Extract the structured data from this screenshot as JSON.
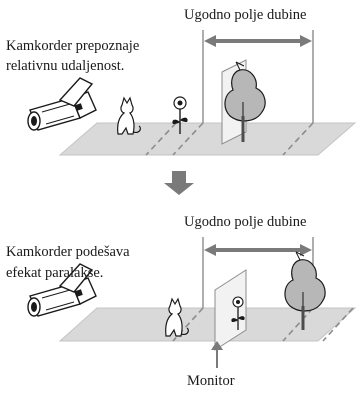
{
  "panels": [
    {
      "zone_label": "Ugodno polje dubine",
      "caption_line1": "Kamkorder prepoznaje",
      "caption_line2": "relativnu udaljenost."
    },
    {
      "zone_label": "Ugodno polje dubine",
      "caption_line1": "Kamkorder podešava",
      "caption_line2": "efekat paralakse."
    }
  ],
  "monitor_label": "Monitor",
  "colors": {
    "floor": "#d9d9d9",
    "floor_edge": "#c4c4c4",
    "line": "#8c8c8c",
    "arrow": "#7a7a7a",
    "ink": "#1a1a1a",
    "tree": "#b7b7b7",
    "trunk": "#4d4d4d",
    "monitor_fill": "#f2f2f2"
  }
}
